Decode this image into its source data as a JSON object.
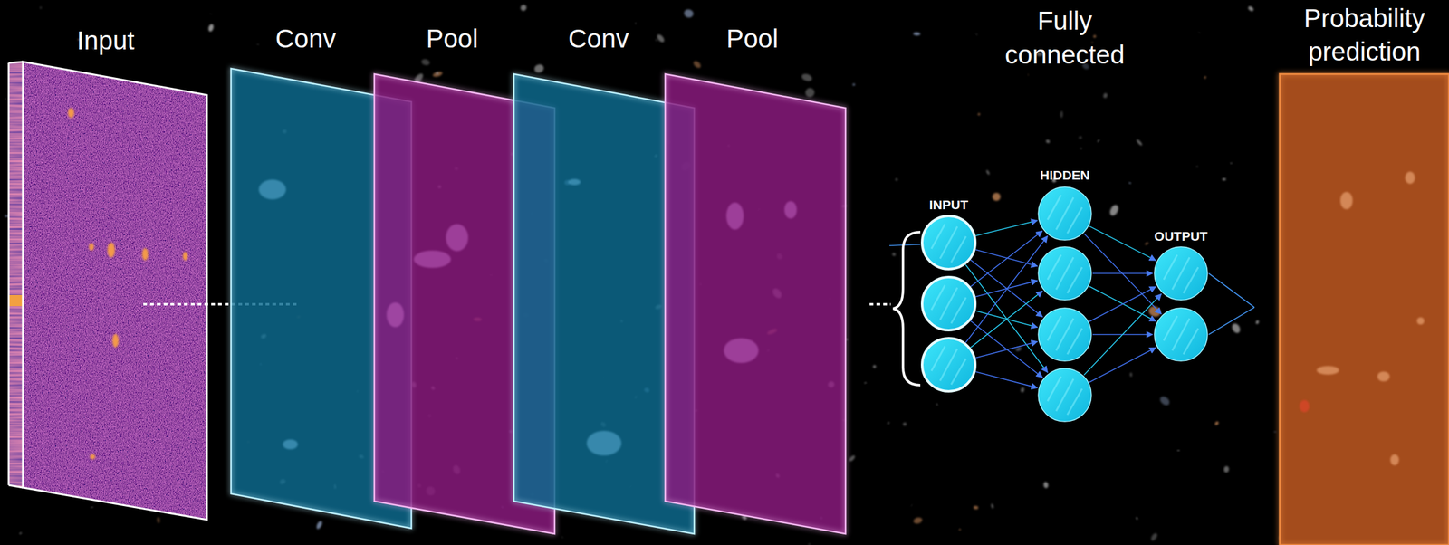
{
  "diagram": {
    "nodes": [
      {
        "text": [
          "Input"
        ]
      },
      {
        "text": [
          "Conv"
        ]
      },
      {
        "text": [
          "Pool"
        ]
      },
      {
        "text": [
          "Conv"
        ]
      },
      {
        "text": [
          "Pool"
        ]
      },
      {
        "text": [
          "Probability prediction"
        ]
      }
    ],
    "labels": [
      "Fully connected",
      "INPUT",
      "HIDDEN",
      "OUTPUT"
    ]
  }
}
